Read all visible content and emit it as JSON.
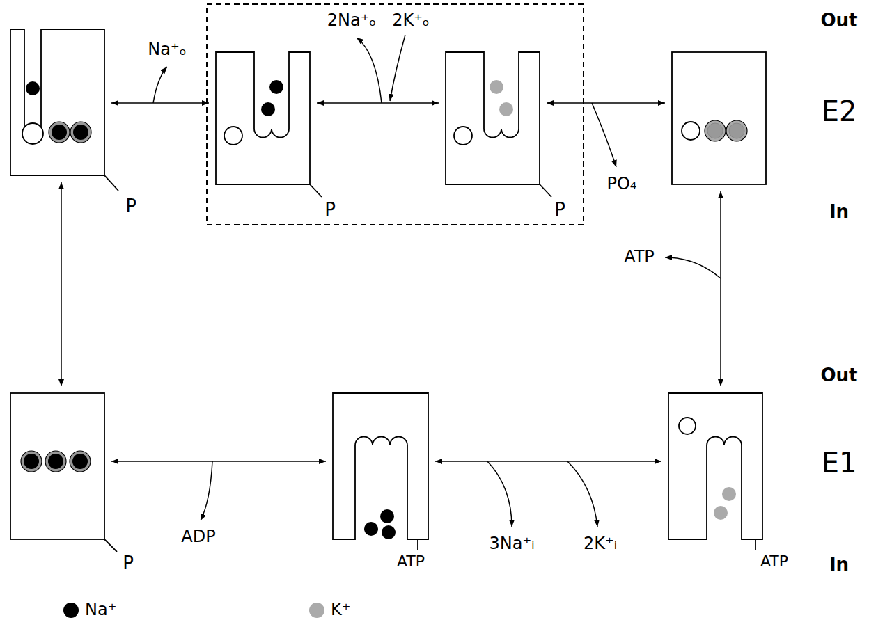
{
  "diagram": {
    "nodes": [
      {
        "text": [
          "P"
        ]
      },
      {
        "text": [
          "P"
        ]
      },
      {
        "text": [
          "P"
        ]
      },
      {
        "text": [
          "P"
        ]
      },
      {
        "text": [
          "ATP"
        ]
      },
      {
        "text": [
          "ATP"
        ]
      }
    ],
    "edges": [
      {
        "from": 0,
        "to": 1,
        "arrow": "both",
        "label": "Na⁺ₒ"
      },
      {
        "from": 1,
        "to": 2,
        "arrow": "both"
      },
      {
        "from": 0,
        "to": 3,
        "arrow": "both"
      },
      {
        "from": 3,
        "to": 4,
        "arrow": "both",
        "label": "ADP"
      },
      {
        "from": 4,
        "to": 5,
        "arrow": "both"
      }
    ],
    "labels": [
      "2Na⁺ₒ",
      "2K⁺ₒ",
      "PO₄",
      "ATP",
      "3Na⁺ᵢ",
      "2K⁺ᵢ",
      "Out",
      "E2",
      "In",
      "Out",
      "E1",
      "In"
    ],
    "legend": [
      {
        "text": "Na⁺",
        "color": "#000000"
      },
      {
        "text": "K⁺",
        "color": "#aaaaaa"
      }
    ]
  }
}
